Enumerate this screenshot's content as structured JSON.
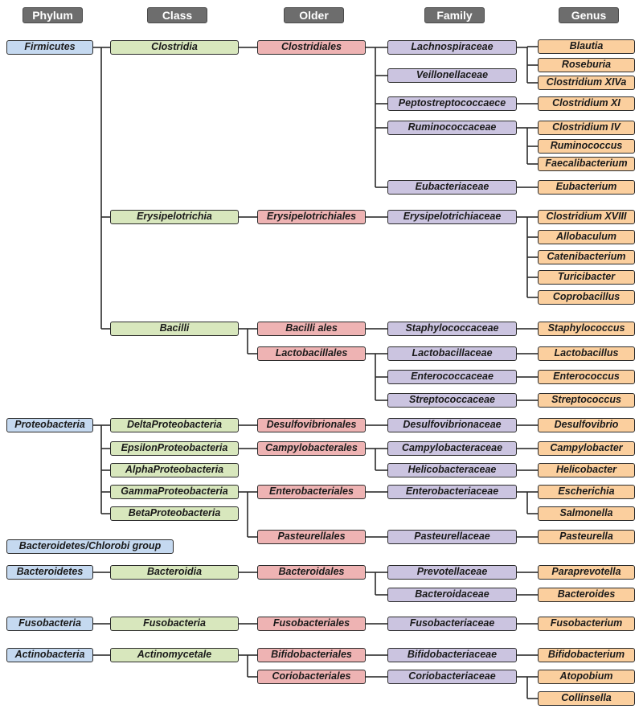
{
  "headers": {
    "phylum": "Phylum",
    "class": "Class",
    "order": "Older",
    "family": "Family",
    "genus": "Genus"
  },
  "colors": {
    "phylum": "#c5d9f0",
    "class": "#d8e7bd",
    "order": "#eeb3b3",
    "family": "#cbc4e0",
    "genus": "#fbcf9e",
    "header": "#6d6d6d",
    "line": "#2b2b2b"
  },
  "phylum": {
    "firmicutes": "Firmicutes",
    "proteobacteria": "Proteobacteria",
    "bact_chlorobi": "Bacteroidetes/Chlorobi group",
    "bacteroidetes": "Bacteroidetes",
    "fusobacteria": "Fusobacteria",
    "actinobacteria": "Actinobacteria"
  },
  "class": {
    "clostridia": "Clostridia",
    "erysipelotrichia": "Erysipelotrichia",
    "bacilli": "Bacilli",
    "delta": "DeltaProteobacteria",
    "epsilon": "EpsilonProteobacteria",
    "alpha": "AlphaProteobacteria",
    "gamma": "GammaProteobacteria",
    "beta": "BetaProteobacteria",
    "bacteroidia": "Bacteroidia",
    "fusobacteria": "Fusobacteria",
    "actinomycetale": "Actinomycetale"
  },
  "order": {
    "clostridiales": "Clostridiales",
    "erysipelotrichiales": "Erysipelotrichiales",
    "bacilliales": "Bacilli ales",
    "lactobacillales": "Lactobacillales",
    "desulfovibrionales": "Desulfovibrionales",
    "campylobacterales": "Campylobacterales",
    "enterobacteriales": "Enterobacteriales",
    "pasteurellales": "Pasteurellales",
    "bacteroidales": "Bacteroidales",
    "fusobacteriales": "Fusobacteriales",
    "bifidobacteriales": "Bifidobacteriales",
    "coriobacteriales": "Coriobacteriales"
  },
  "family": {
    "lachnospiraceae": "Lachnospiraceae",
    "veillonellaceae": "Veillonellaceae",
    "peptostreptococcaece": "Peptostreptococcaece",
    "ruminococcaceae": "Ruminococcaceae",
    "eubacteriaceae": "Eubacteriaceae",
    "erysipelotrichiaceae": "Erysipelotrichiaceae",
    "staphylococcaceae": "Staphylococcaceae",
    "lactobacillaceae": "Lactobacillaceae",
    "enterococcaceae": "Enterococcaceae",
    "streptococcaceae": "Streptococcaceae",
    "desulfovibrionaceae": "Desulfovibrionaceae",
    "campylobacteraceae": "Campylobacteraceae",
    "helicobacteraceae": "Helicobacteraceae",
    "enterobacteriaceae": "Enterobacteriaceae",
    "pasteurellaceae": "Pasteurellaceae",
    "prevotellaceae": "Prevotellaceae",
    "bacteroidaceae": "Bacteroidaceae",
    "fusobacteriaceae": "Fusobacteriaceae",
    "bifidobacteriaceae": "Bifidobacteriaceae",
    "coriobacteriaceae": "Coriobacteriaceae"
  },
  "genus": {
    "blautia": "Blautia",
    "roseburia": "Roseburia",
    "clostridium_xiva": "Clostridium XIVa",
    "clostridium_xi": "Clostridium XI",
    "clostridium_iv": "Clostridium IV",
    "ruminococcus": "Ruminococcus",
    "faecalibacterium": "Faecalibacterium",
    "eubacterium": "Eubacterium",
    "clostridium_xviii": "Clostridium XVIII",
    "allobaculum": "Allobaculum",
    "catenibacterium": "Catenibacterium",
    "turicibacter": "Turicibacter",
    "coprobacillus": "Coprobacillus",
    "staphylococcus": "Staphylococcus",
    "lactobacillus": "Lactobacillus",
    "enterococcus": "Enterococcus",
    "streptococcus": "Streptococcus",
    "desulfovibrio": "Desulfovibrio",
    "campylobacter": "Campylobacter",
    "helicobacter": "Helicobacter",
    "escherichia": "Escherichia",
    "salmonella": "Salmonella",
    "pasteurella": "Pasteurella",
    "paraprevotella": "Paraprevotella",
    "bacteroides": "Bacteroides",
    "fusobacterium": "Fusobacterium",
    "bifidobacterium": "Bifidobacterium",
    "atopobium": "Atopobium",
    "collinsella": "Collinsella"
  }
}
